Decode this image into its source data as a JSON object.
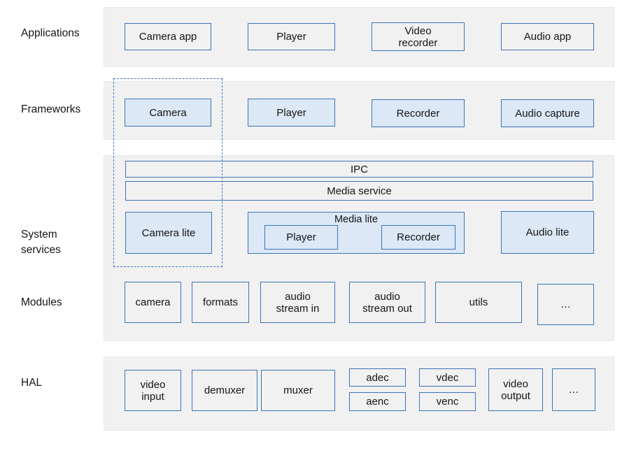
{
  "colors": {
    "border_blue": "#3c73b5",
    "box_fill_blue": "#dce8f6",
    "band_fill": "#f1f1f2",
    "band_border": "#e3e8f0"
  },
  "layer_labels": {
    "applications": "Applications",
    "frameworks": "Frameworks",
    "system_services": "System services",
    "modules": "Modules",
    "hal": "HAL"
  },
  "applications": {
    "boxes": [
      "Camera app",
      "Player",
      "Video\nrecorder",
      "Audio app"
    ]
  },
  "frameworks": {
    "boxes": [
      "Camera",
      "Player",
      "Recorder",
      "Audio capture"
    ]
  },
  "system_services": {
    "ipc": "IPC",
    "media_service": "Media service",
    "camera_lite": "Camera lite",
    "media_lite": {
      "label": "Media lite",
      "player": "Player",
      "recorder": "Recorder"
    },
    "audio_lite": "Audio lite"
  },
  "modules": {
    "boxes": [
      "camera",
      "formats",
      "audio\nstream in",
      "audio\nstream out",
      "utils",
      "…"
    ]
  },
  "hal": {
    "video_input": "video\ninput",
    "demuxer": "demuxer",
    "muxer": "muxer",
    "adec": "adec",
    "aenc": "aenc",
    "vdec": "vdec",
    "venc": "venc",
    "video_output": "video\noutput",
    "more": "…"
  }
}
